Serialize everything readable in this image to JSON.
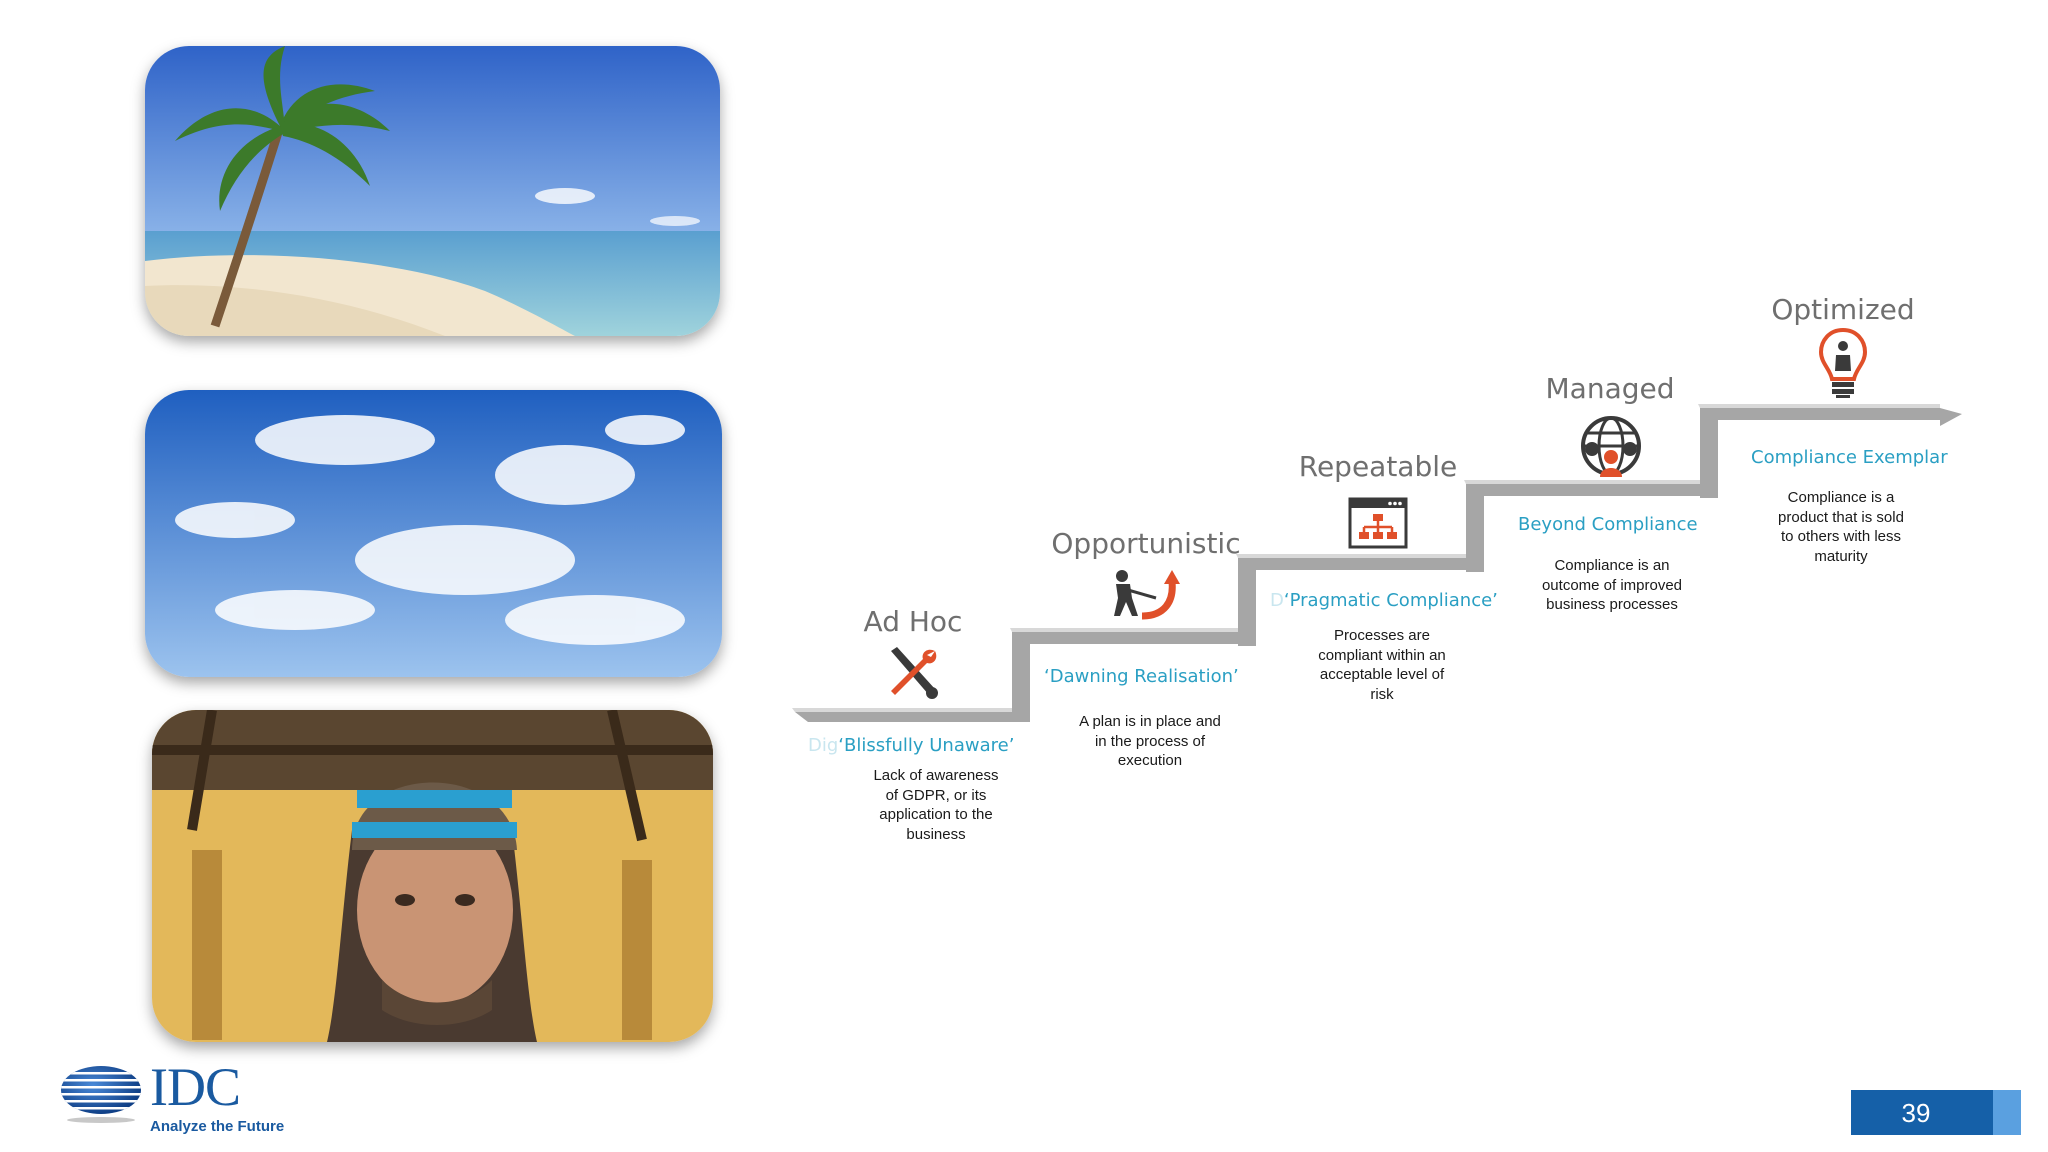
{
  "stages": [
    {
      "level": "Ad Hoc",
      "ghost": "Dig",
      "title": "‘Blissfully Unaware’",
      "desc_lines": [
        "Lack of awareness",
        "of GDPR, or its",
        "application to the",
        "business"
      ],
      "icon": "tools-icon"
    },
    {
      "level": "Opportunistic",
      "ghost": "",
      "title": "‘Dawning Realisation’",
      "desc_lines": [
        "A plan is in place and",
        "in the process of",
        "execution"
      ],
      "icon": "tug-of-war-icon"
    },
    {
      "level": "Repeatable",
      "ghost": "D",
      "title": "‘Pragmatic Compliance’",
      "desc_lines": [
        "Processes are",
        "compliant within an",
        "acceptable level of",
        "risk"
      ],
      "icon": "org-chart-window-icon"
    },
    {
      "level": "Managed",
      "ghost": "",
      "title": "Beyond Compliance",
      "desc_lines": [
        "Compliance is an",
        "outcome of improved",
        "business processes"
      ],
      "icon": "globe-people-icon"
    },
    {
      "level": "Optimized",
      "ghost": "",
      "title": "Compliance Exemplar",
      "desc_lines": [
        "Compliance is a",
        "product that is sold",
        "to others with less",
        "maturity"
      ],
      "icon": "lightbulb-person-icon"
    }
  ],
  "logo": {
    "name": "IDC",
    "tagline": "Analyze the Future"
  },
  "page_number": "39",
  "colors": {
    "accent_blue": "#2a9fc3",
    "icon_orange": "#e0502a",
    "icon_gray": "#3a3a3a",
    "stair_gray": "#a9a9a9",
    "logo_blue": "#1a5aa0"
  }
}
